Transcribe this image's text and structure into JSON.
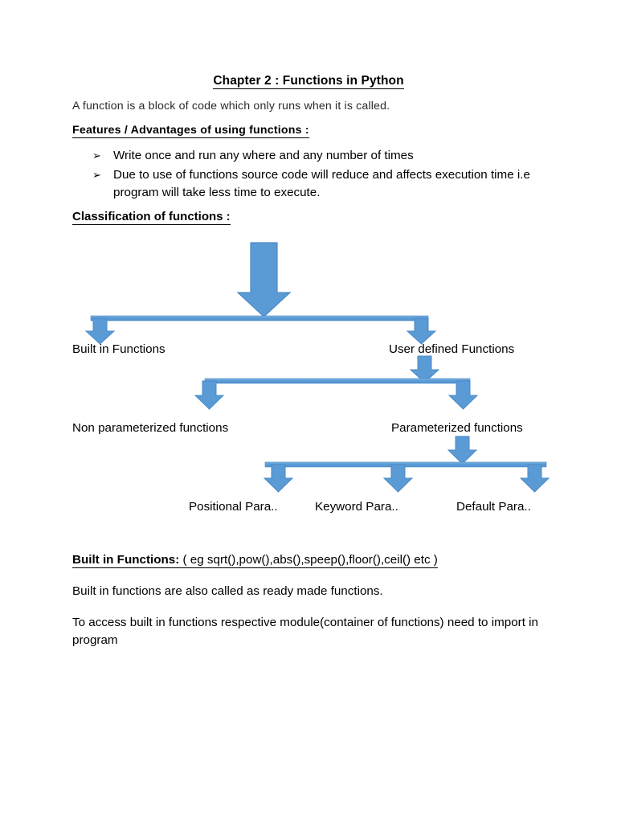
{
  "document": {
    "title": "Chapter 2 : Functions in Python",
    "intro": "A function is a block of code which only runs when it is called.",
    "features_heading": "Features / Advantages of using functions :",
    "bullet_marker": "➢",
    "bullets": [
      "Write once and run any where and any number of times",
      "Due to use of functions source code will reduce and affects execution time i.e program will take less time to execute."
    ],
    "classification_heading": "Classification of functions :"
  },
  "diagram": {
    "type": "flowchart",
    "accent_color": "#5B9BD5",
    "accent_border_color": "#4A89C8",
    "levels": [
      {
        "level": 1,
        "nodes": [
          {
            "label": "Built in Functions"
          },
          {
            "label": "User defined Functions"
          }
        ]
      },
      {
        "level": 2,
        "nodes": [
          {
            "label": "Non parameterized functions"
          },
          {
            "label": "Parameterized functions"
          }
        ]
      },
      {
        "level": 3,
        "nodes": [
          {
            "label": "Positional Para.."
          },
          {
            "label": "Keyword Para.."
          },
          {
            "label": "Default Para.."
          }
        ]
      }
    ],
    "labels": {
      "built_in": "Built in Functions",
      "user_defined": "User defined Functions",
      "non_parameterized": "Non parameterized functions",
      "parameterized": "Parameterized functions",
      "positional": "Positional Para..",
      "keyword": "Keyword Para..",
      "default": "Default Para.."
    }
  },
  "bottom": {
    "builtin_lead": "Built in Functions:",
    "builtin_examples": " ( eg sqrt(),pow(),abs(),speep(),floor(),ceil() etc )",
    "line2": "Built in functions are also called as ready made functions.",
    "line3": "To access built in functions respective module(container of functions) need to import in program"
  }
}
